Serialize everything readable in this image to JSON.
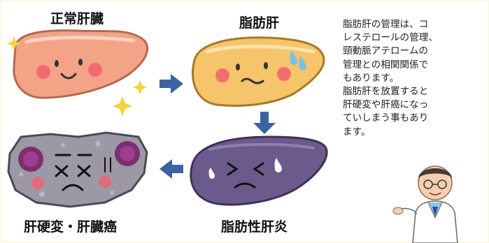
{
  "stages": {
    "normal": "正常肝臓",
    "fatty": "脂肪肝",
    "hepatitis": "脂肪性肝炎",
    "cirrhosis": "肝硬変・肝臓癌"
  },
  "description": {
    "para1": "脂肪肝の管理は、コ\nレステロールの管理、\n頸動脈アテロームの\n管理との相関関係で\nもあります。",
    "para2": "脂肪肝を放置すると\n肝硬変や肝癌になっ\nていしまう事もあり\nます。"
  },
  "colors": {
    "normal_liver": "#f3a487",
    "fatty_liver": "#f6c46b",
    "hepatitis_liver": "#6c5a8c",
    "cirrhosis_liver": "#9c98a6",
    "arrow": "#3b63a0"
  }
}
